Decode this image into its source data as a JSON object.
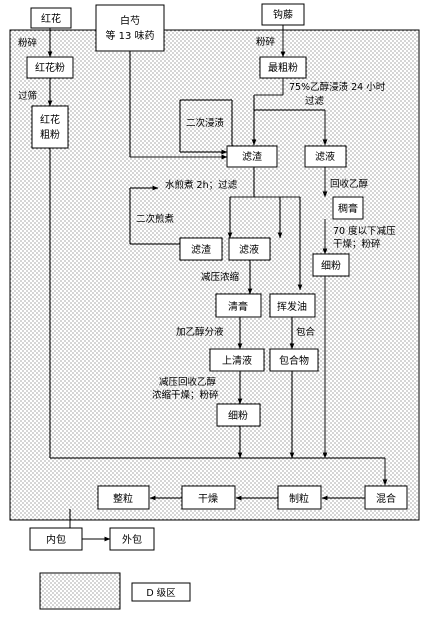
{
  "nodes": {
    "honghua": "红花",
    "baishao_1": "白芍",
    "baishao_2": "等 13 味药",
    "gouteng": "钩藤",
    "honghuafen": "红花粉",
    "zuicufen": "最粗粉",
    "honghua_cufen_1": "红花",
    "honghua_cufen_2": "粗粉",
    "lvzha_1": "滤渣",
    "lvye_1": "滤液",
    "chougao_1": "稠膏",
    "lvzha_2": "滤渣",
    "lvye_2": "滤液",
    "xifen_1": "细粉",
    "qinggao": "清膏",
    "huifayou": "挥发油",
    "shangqingye": "上清液",
    "baohewu": "包合物",
    "xifen_2": "细粉",
    "hunhe": "混合",
    "zhili": "制粒",
    "ganzao": "干燥",
    "zhengli": "整粒",
    "neibao": "内包",
    "waibao": "外包"
  },
  "labels": {
    "fensui_1": "粉碎",
    "fensui_2": "粉碎",
    "guoshai": "过筛",
    "jinzi_1": "75%乙醇浸渍 24 小时",
    "jinzi_2": "过滤",
    "erci_jinzi": "二次浸渍",
    "huishou_yichun": "回收乙醇",
    "shuijianzhu": "水煎煮 2h；过滤",
    "erci_jianzhu": "二次煎煮",
    "ganzao_1": "70 度以下减压",
    "ganzao_2": "干燥；粉碎",
    "jianya_nongsuo": "减压浓缩",
    "jia_yichun": "加乙醇分液",
    "baohe": "包合",
    "huishou_1": "减压回收乙醇",
    "huishou_2": "浓缩干燥；粉碎"
  },
  "legend": {
    "label": "D 级区"
  }
}
